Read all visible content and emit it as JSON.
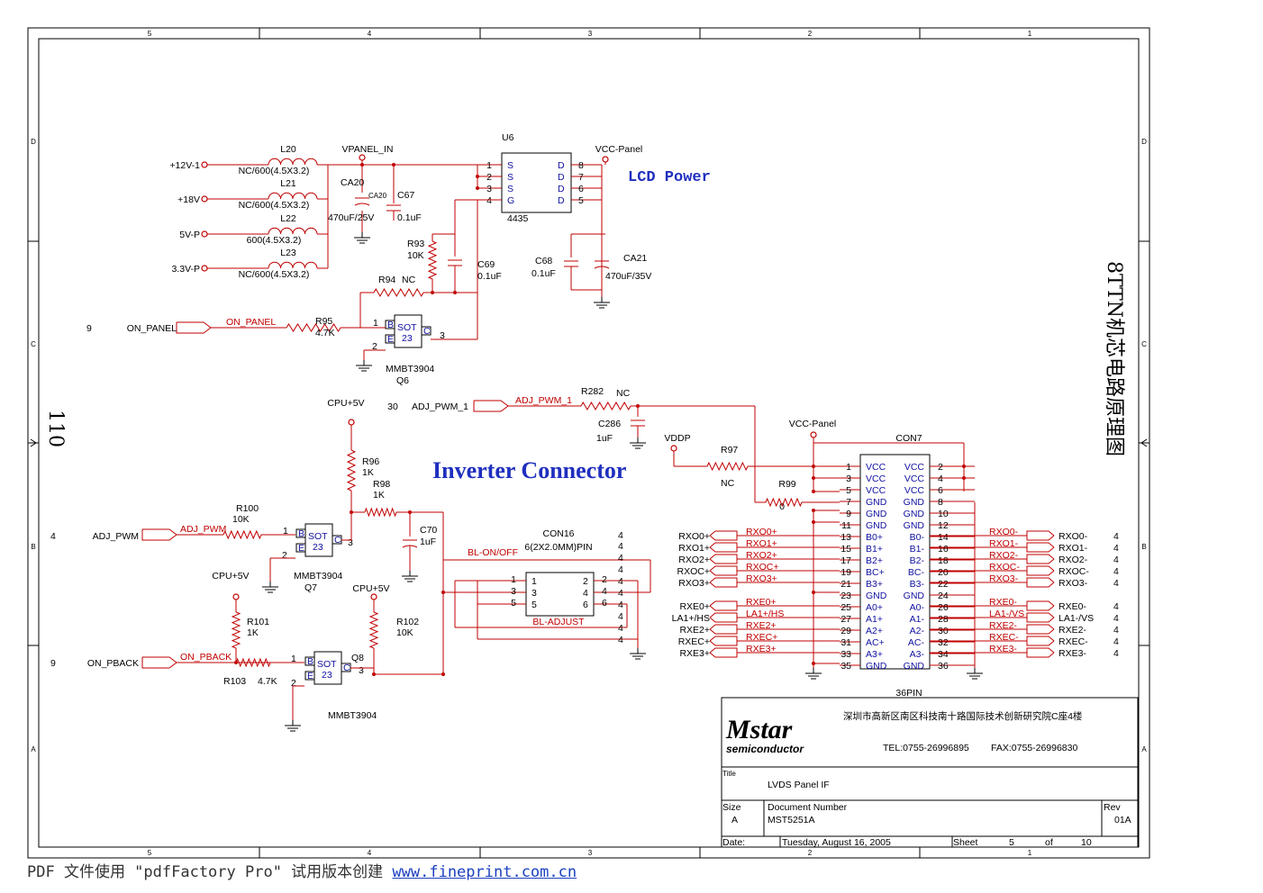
{
  "frame": {
    "cols": [
      "5",
      "4",
      "3",
      "2",
      "1"
    ],
    "rows": [
      "D",
      "C",
      "B",
      "A"
    ],
    "side_number": "110",
    "side_title": "8TTN机芯电路原理图"
  },
  "headings": {
    "lcd_power": "LCD Power",
    "inverter": "Inverter Connector"
  },
  "power": {
    "nets": [
      "+12V-1",
      "+18V",
      "5V-P",
      "3.3V-P",
      "VPANEL_IN",
      "VCC-Panel",
      "CPU+5V",
      "VDDP"
    ],
    "inductors": [
      {
        "ref": "L20",
        "value": "NC/600(4.5X3.2)"
      },
      {
        "ref": "L21",
        "value": "NC/600(4.5X3.2)"
      },
      {
        "ref": "L22",
        "value": "600(4.5X3.2)"
      },
      {
        "ref": "L23",
        "value": "NC/600(4.5X3.2)"
      }
    ],
    "u6": {
      "ref": "U6",
      "part": "4435",
      "left_pins": [
        "1",
        "2",
        "3",
        "4"
      ],
      "left_labels": [
        "S",
        "S",
        "S",
        "G"
      ],
      "right_pins": [
        "8",
        "7",
        "6",
        "5"
      ],
      "right_labels": [
        "D",
        "D",
        "D",
        "D"
      ]
    },
    "caps": [
      {
        "ref": "CA20",
        "value": "470uF/25V"
      },
      {
        "ref": "C67",
        "value": "0.1uF"
      },
      {
        "ref": "C69",
        "value": "0.1uF"
      },
      {
        "ref": "C68",
        "value": "0.1uF"
      },
      {
        "ref": "CA21",
        "value": "470uF/35V"
      },
      {
        "ref": "C286",
        "value": "1uF"
      },
      {
        "ref": "C70",
        "value": "1uF"
      }
    ],
    "resistors": [
      {
        "ref": "R93",
        "value": "10K"
      },
      {
        "ref": "R94",
        "value": "NC"
      },
      {
        "ref": "R95",
        "value": "4.7K"
      },
      {
        "ref": "R282",
        "value": "NC"
      },
      {
        "ref": "R96",
        "value": "1K"
      },
      {
        "ref": "R98",
        "value": "1K"
      },
      {
        "ref": "R97",
        "value": "NC"
      },
      {
        "ref": "R99",
        "value": "0"
      },
      {
        "ref": "R100",
        "value": "10K"
      },
      {
        "ref": "R101",
        "value": "1K"
      },
      {
        "ref": "R102",
        "value": "10K"
      },
      {
        "ref": "R103",
        "value": "4.7K"
      }
    ]
  },
  "transistors": [
    {
      "ref": "Q6",
      "part": "MMBT3904",
      "pkg": "SOT",
      "pkg2": "23",
      "pins": [
        "B",
        "E",
        "C"
      ],
      "pin_nums": [
        "1",
        "2",
        "3"
      ]
    },
    {
      "ref": "Q7",
      "part": "MMBT3904",
      "pkg": "SOT",
      "pkg2": "23",
      "pins": [
        "B",
        "E",
        "C"
      ],
      "pin_nums": [
        "1",
        "2",
        "3"
      ]
    },
    {
      "ref": "Q8",
      "part": "MMBT3904",
      "pkg": "SOT",
      "pkg2": "23",
      "pins": [
        "B",
        "E",
        "C"
      ],
      "pin_nums": [
        "1",
        "2",
        "3"
      ]
    }
  ],
  "ports": [
    {
      "num": "9",
      "name": "ON_PANEL",
      "net": "ON_PANEL"
    },
    {
      "num": "30",
      "name": "ADJ_PWM_1",
      "net": "ADJ_PWM_1"
    },
    {
      "num": "4",
      "name": "ADJ_PWM",
      "net": "ADJ_PWM"
    },
    {
      "num": "9",
      "name": "ON_PBACK",
      "net": "ON_PBACK"
    }
  ],
  "con16": {
    "ref": "CON16",
    "desc": "6(2X2.0MM)PIN",
    "net_top": "BL-ON/OFF",
    "label": "BL-ADJUST",
    "left": [
      "1",
      "3",
      "5"
    ],
    "right": [
      "2",
      "4",
      "6"
    ],
    "inside_left": [
      "1",
      "3",
      "5"
    ],
    "inside_right": [
      "2",
      "4",
      "6"
    ],
    "side_nums": [
      "4",
      "4",
      "4",
      "4",
      "4",
      "4",
      "4",
      "4",
      "4",
      "4"
    ]
  },
  "con7": {
    "ref": "CON7",
    "desc": "36PIN",
    "left_pins": [
      "1",
      "3",
      "5",
      "7",
      "9",
      "11",
      "13",
      "15",
      "17",
      "19",
      "21",
      "23",
      "25",
      "27",
      "29",
      "31",
      "33",
      "35"
    ],
    "left_labels": [
      "VCC",
      "VCC",
      "VCC",
      "GND",
      "GND",
      "GND",
      "B0+",
      "B1+",
      "B2+",
      "BC+",
      "B3+",
      "GND",
      "A0+",
      "A1+",
      "A2+",
      "AC+",
      "A3+",
      "GND"
    ],
    "right_pins": [
      "2",
      "4",
      "6",
      "8",
      "10",
      "12",
      "14",
      "16",
      "18",
      "20",
      "22",
      "24",
      "26",
      "28",
      "30",
      "32",
      "34",
      "36"
    ],
    "right_labels": [
      "VCC",
      "VCC",
      "VCC",
      "GND",
      "GND",
      "GND",
      "B0-",
      "B1-",
      "B2-",
      "BC-",
      "B3-",
      "GND",
      "A0-",
      "A1-",
      "A2-",
      "AC-",
      "A3-",
      "GND"
    ]
  },
  "lvds_left": [
    {
      "net": "RXO0+",
      "port": "RXO0+"
    },
    {
      "net": "RXO1+",
      "port": "RXO1+"
    },
    {
      "net": "RXO2+",
      "port": "RXO2+"
    },
    {
      "net": "RXOC+",
      "port": "RXOC+"
    },
    {
      "net": "RXO3+",
      "port": "RXO3+"
    },
    {
      "net": "RXE0+",
      "port": "RXE0+"
    },
    {
      "net": "LA1+/HS",
      "port": "LA1+/HS"
    },
    {
      "net": "RXE2+",
      "port": "RXE2+"
    },
    {
      "net": "RXEC+",
      "port": "RXEC+"
    },
    {
      "net": "RXE3+",
      "port": "RXE3+"
    }
  ],
  "lvds_right": [
    {
      "net": "RXO0-",
      "port": "RXO0-",
      "num": "4"
    },
    {
      "net": "RXO1-",
      "port": "RXO1-",
      "num": "4"
    },
    {
      "net": "RXO2-",
      "port": "RXO2-",
      "num": "4"
    },
    {
      "net": "RXOC-",
      "port": "RXOC-",
      "num": "4"
    },
    {
      "net": "RXO3-",
      "port": "RXO3-",
      "num": "4"
    },
    {
      "net": "RXE0-",
      "port": "RXE0-",
      "num": "4"
    },
    {
      "net": "LA1-/VS",
      "port": "LA1-/VS",
      "num": "4"
    },
    {
      "net": "RXE2-",
      "port": "RXE2-",
      "num": "4"
    },
    {
      "net": "RXEC-",
      "port": "RXEC-",
      "num": "4"
    },
    {
      "net": "RXE3-",
      "port": "RXE3-",
      "num": "4"
    }
  ],
  "title_block": {
    "logo": "Mstar",
    "logo_sub": "semiconductor",
    "address": "深圳市高新区南区科技南十路国际技术创新研究院C座4楼",
    "tel": "TEL:0755-26996895",
    "fax": "FAX:0755-26996830",
    "title_label": "Title",
    "title": "LVDS Panel IF",
    "size_label": "Size",
    "size": "A",
    "docnum_label": "Document Number",
    "docnum": "MST5251A",
    "rev_label": "Rev",
    "rev": "01A",
    "date_label": "Date:",
    "date": "Tuesday, August 16, 2005",
    "sheet_label": "Sheet",
    "sheet": "5",
    "of_label": "of",
    "sheets": "10"
  },
  "footer": {
    "prefix": "PDF 文件使用 \"pdfFactory Pro\" 试用版本创建 ",
    "link": "www.fineprint.com.cn"
  }
}
